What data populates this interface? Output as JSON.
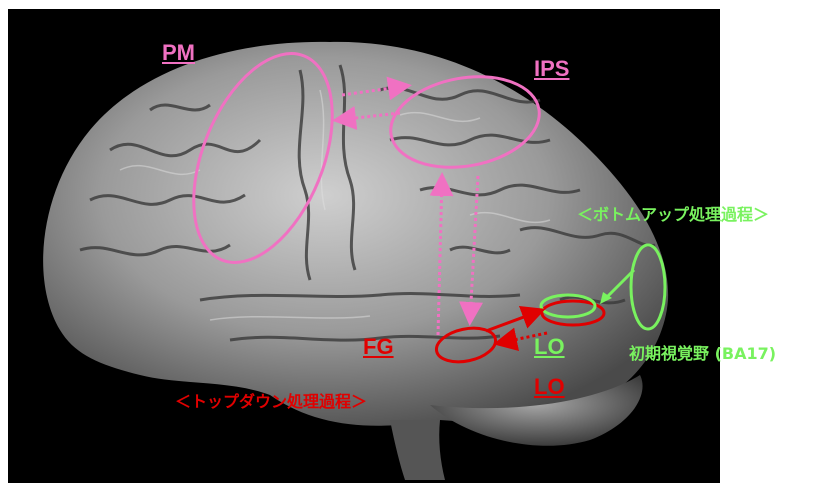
{
  "labels": {
    "pm": "PM",
    "ips": "IPS",
    "fg": "FG",
    "lo_green": "LO",
    "lo_red": "LO",
    "bottom_up": "＜ボトムアップ処理過程＞",
    "top_down": "＜トップダウン処理過程＞",
    "v1": "初期視覚野 (BA17)"
  },
  "colors": {
    "pink": "#f071c2",
    "red": "#e00000",
    "green": "#79f25f",
    "background": "#000000"
  }
}
